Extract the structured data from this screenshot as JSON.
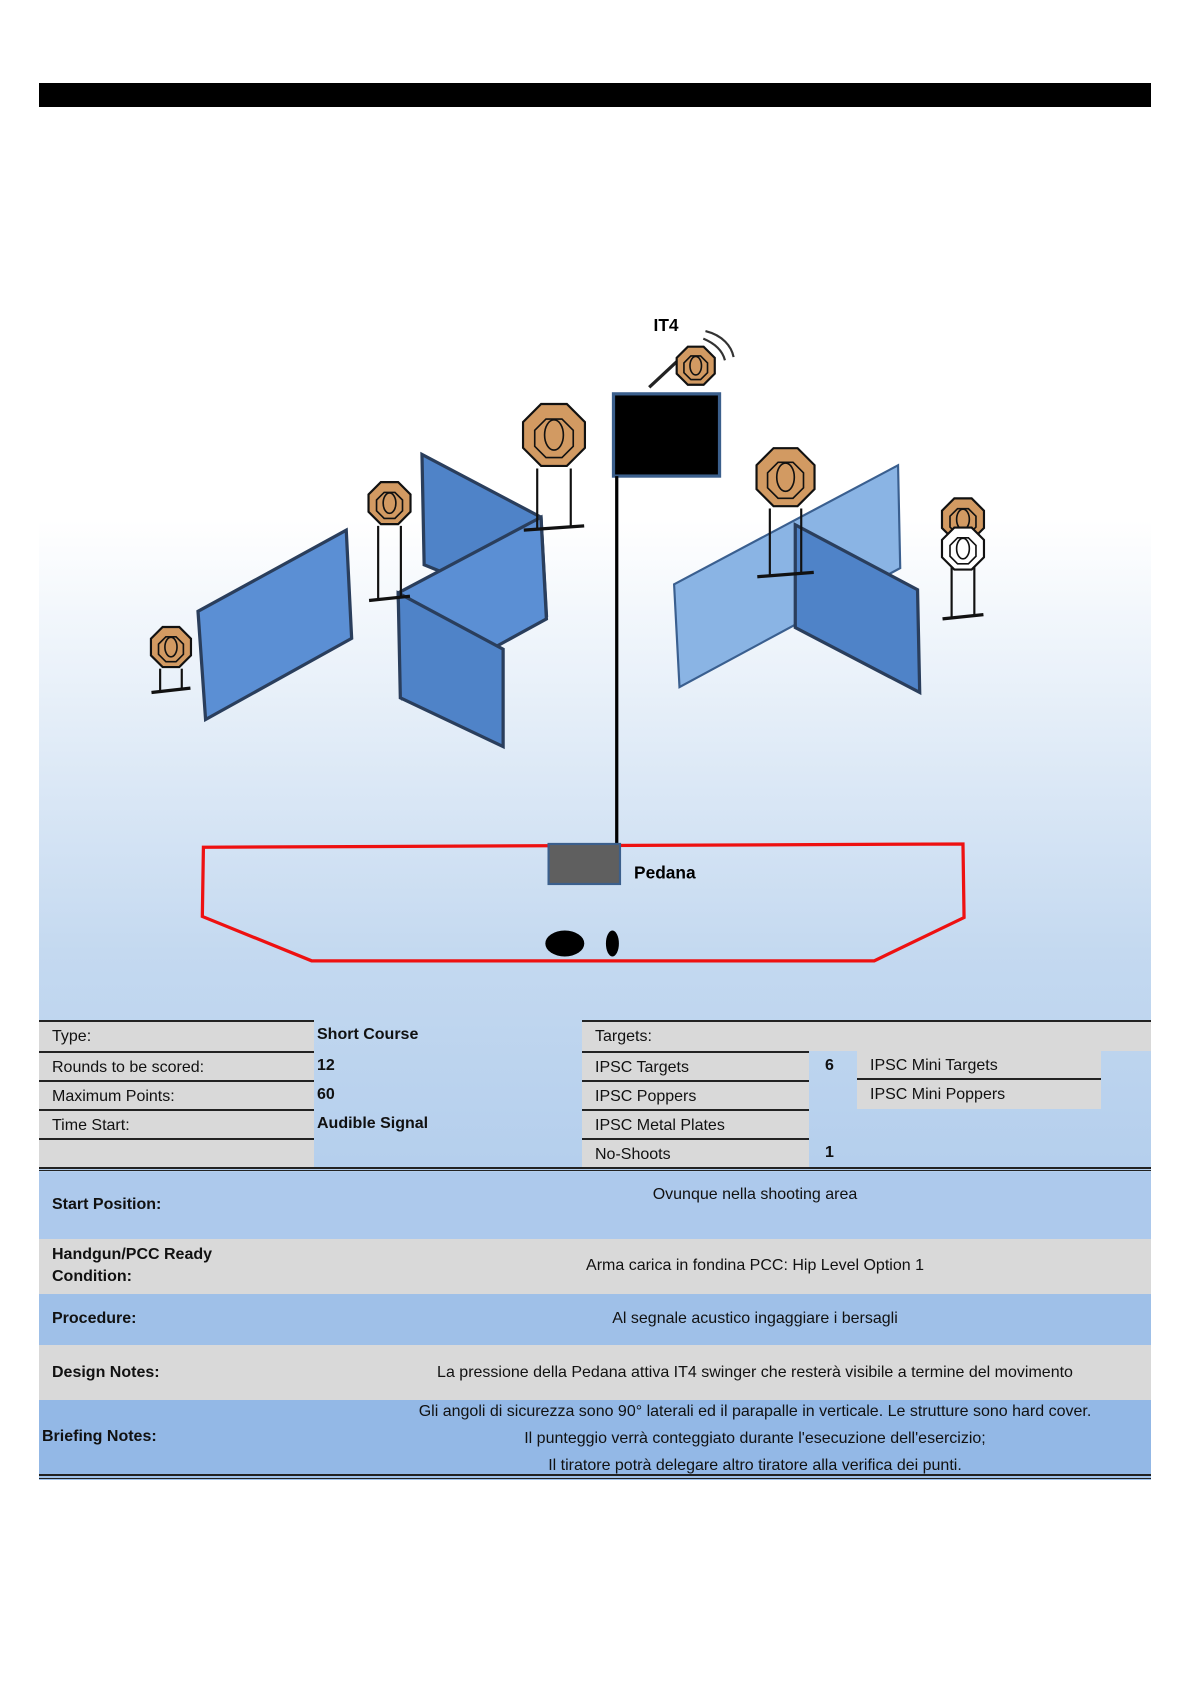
{
  "diagram": {
    "swinger_label": "IT4",
    "pedana_label": "Pedana"
  },
  "summary": {
    "type_label": "Type:",
    "type_value": "Short Course",
    "rounds_label": "Rounds to be scored:",
    "rounds_value": "12",
    "max_points_label": "Maximum Points:",
    "max_points_value": "60",
    "time_start_label": "Time Start:",
    "time_start_value": "Audible Signal",
    "targets_label": "Targets:",
    "targets": [
      {
        "label": "IPSC Targets",
        "count": "6"
      },
      {
        "label": "IPSC Poppers",
        "count": ""
      },
      {
        "label": "IPSC Metal Plates",
        "count": ""
      },
      {
        "label": "No-Shoots",
        "count": "1"
      }
    ],
    "mini_targets": [
      {
        "label": "IPSC Mini Targets"
      },
      {
        "label": "IPSC Mini Poppers"
      }
    ]
  },
  "details": {
    "start_position_label": "Start Position:",
    "start_position_value": "Ovunque nella shooting area",
    "ready_label_1": "Handgun/PCC Ready",
    "ready_label_2": "Condition:",
    "ready_value": "Arma carica in fondina PCC: Hip Level Option 1",
    "procedure_label": "Procedure:",
    "procedure_value": "Al segnale acustico ingaggiare i bersagli",
    "design_label": "Design Notes:",
    "design_value": "La pressione della Pedana attiva IT4 swinger che resterà visibile a termine del movimento",
    "briefing_label": "Briefing Notes:",
    "briefing_lines": [
      "Gli angoli di sicurezza sono 90° laterali ed il parapalle in verticale. Le strutture sono hard cover.",
      "Il punteggio verrà conteggiato durante l'esecuzione dell'esercizio;",
      "Il tiratore potrà delegare altro tiratore alla verifica dei punti."
    ]
  },
  "colors": {
    "target": "#d29a62",
    "wall": "#5b8fd4",
    "wall_light": "#8ab4e4",
    "fault_line": "#ee1111"
  }
}
